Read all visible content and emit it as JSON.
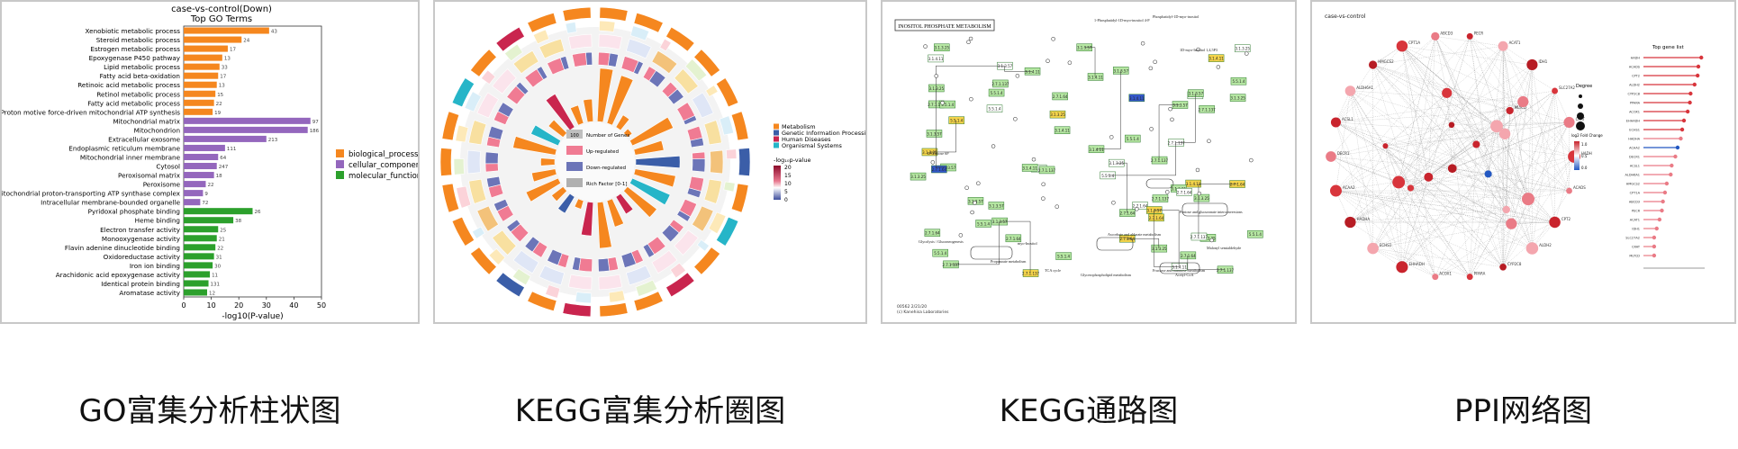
{
  "captions": {
    "go": "GO富集分析柱状图",
    "kegg_circle": "KEGG富集分析圈图",
    "kegg_pathway": "KEGG通路图",
    "ppi": "PPI网络图"
  },
  "chart_data": [
    {
      "type": "bar",
      "orientation": "horizontal",
      "title": "case-vs-control(Down)",
      "subtitle": "Top GO Terms",
      "xlabel": "-log10(P-value)",
      "ylabel": "",
      "xlim": [
        0,
        50
      ],
      "xticks": [
        0,
        10,
        20,
        30,
        40,
        50
      ],
      "legend_position": "right",
      "legend": [
        {
          "name": "biological_process",
          "color": "#f5871f"
        },
        {
          "name": "cellular_component",
          "color": "#9467bd"
        },
        {
          "name": "molecular_function",
          "color": "#2ca02c"
        }
      ],
      "bars": [
        {
          "term": "Xenobiotic metabolic process",
          "value": 31,
          "count": "43",
          "group": 0
        },
        {
          "term": "Steroid metabolic process",
          "value": 21,
          "count": "24",
          "group": 0
        },
        {
          "term": "Estrogen metabolic process",
          "value": 16,
          "count": "17",
          "group": 0
        },
        {
          "term": "Epoxygenase P450 pathway",
          "value": 14,
          "count": "13",
          "group": 0
        },
        {
          "term": "Lipid metabolic process",
          "value": 13,
          "count": "33",
          "group": 0
        },
        {
          "term": "Fatty acid beta-oxidation",
          "value": 12.5,
          "count": "17",
          "group": 0
        },
        {
          "term": "Retinoic acid metabolic process",
          "value": 12,
          "count": "13",
          "group": 0
        },
        {
          "term": "Retinol metabolic process",
          "value": 11.5,
          "count": "15",
          "group": 0
        },
        {
          "term": "Fatty acid metabolic process",
          "value": 11,
          "count": "22",
          "group": 0
        },
        {
          "term": "Proton motive force-driven mitochondrial ATP synthesis",
          "value": 10.5,
          "count": "19",
          "group": 0
        },
        {
          "term": "Mitochondrial matrix",
          "value": 46,
          "count": "97",
          "group": 1
        },
        {
          "term": "Mitochondrion",
          "value": 45,
          "count": "186",
          "group": 1
        },
        {
          "term": "Extracellular exosome",
          "value": 30,
          "count": "213",
          "group": 1
        },
        {
          "term": "Endoplasmic reticulum membrane",
          "value": 15,
          "count": "111",
          "group": 1
        },
        {
          "term": "Mitochondrial inner membrane",
          "value": 12.5,
          "count": "64",
          "group": 1
        },
        {
          "term": "Cytosol",
          "value": 12,
          "count": "247",
          "group": 1
        },
        {
          "term": "Peroxisomal matrix",
          "value": 11,
          "count": "18",
          "group": 1
        },
        {
          "term": "Peroxisome",
          "value": 8,
          "count": "22",
          "group": 1
        },
        {
          "term": "Mitochondrial proton-transporting ATP synthase complex",
          "value": 7,
          "count": "9",
          "group": 1
        },
        {
          "term": "Intracellular membrane-bounded organelle",
          "value": 6,
          "count": "72",
          "group": 1
        },
        {
          "term": "Pyridoxal phosphate binding",
          "value": 25,
          "count": "26",
          "group": 2
        },
        {
          "term": "Heme binding",
          "value": 18,
          "count": "38",
          "group": 2
        },
        {
          "term": "Electron transfer activity",
          "value": 12.5,
          "count": "25",
          "group": 2
        },
        {
          "term": "Monooxygenase activity",
          "value": 12,
          "count": "21",
          "group": 2
        },
        {
          "term": "Flavin adenine dinucleotide binding",
          "value": 11.5,
          "count": "22",
          "group": 2
        },
        {
          "term": "Oxidoreductase activity",
          "value": 11,
          "count": "31",
          "group": 2
        },
        {
          "term": "Iron ion binding",
          "value": 10.5,
          "count": "30",
          "group": 2
        },
        {
          "term": "Arachidonic acid epoxygenase activity",
          "value": 9.5,
          "count": "11",
          "group": 2
        },
        {
          "term": "Identical protein binding",
          "value": 9,
          "count": "131",
          "group": 2
        },
        {
          "term": "Aromatase activity",
          "value": 8.5,
          "count": "12",
          "group": 2
        }
      ]
    },
    {
      "type": "circos",
      "legend_categories": [
        {
          "name": "Metabolism",
          "color": "#f5871f"
        },
        {
          "name": "Genetic Information Processing",
          "color": "#3b5ea8"
        },
        {
          "name": "Human Diseases",
          "color": "#c9254e"
        },
        {
          "name": "Organismal Systems",
          "color": "#26b5c8"
        }
      ],
      "colorbar": {
        "title": "-log₁₀p-value",
        "ticks": [
          "20",
          "15",
          "10",
          "5",
          "0"
        ]
      },
      "center_legend": [
        {
          "label": "Number of Genes",
          "badge": "100",
          "color": "#bfbfbf"
        },
        {
          "label": "Up-regulated",
          "color": "#f07b93"
        },
        {
          "label": "Down-regulated",
          "color": "#6c75b8"
        },
        {
          "label": "Rich Factor [0-1]",
          "color": "#b0b0b0"
        }
      ],
      "sectors": 26
    },
    {
      "type": "pathway_map",
      "title": "INOSITOL PHOSPHATE METABOLISM",
      "footer": [
        "00562 2/21/20",
        "(c) Kanehisa Laboratories"
      ],
      "compounds": [
        "1-Phosphatidyl-1D-myo-inositol 4-P",
        "Phosphatidyl-1D-myo-inositol",
        "1D-myo-Inositol 1,4,5P3",
        "D-Glucose 6P",
        "myo-Inositol",
        "Glycolysis / Gluconeogenesis",
        "TCA cycle",
        "Glycerophospholipid metabolism",
        "Pentose and glucuronate interconversions",
        "Ascorbate and aldarate metabolism",
        "Fructose and mannose metabolism",
        "Acetyl-CoA",
        "Malonyl semialdehyde",
        "Propanoate metabolism"
      ]
    },
    {
      "type": "network",
      "title": "case-vs-control",
      "side_title": "Top gene list",
      "size_legend_title": "Degree",
      "color_legend_title": "log2 Fold Change",
      "color_legend_ticks": [
        "1.0",
        "0.5",
        "0.0"
      ],
      "genes": [
        "HADH",
        "ACADS",
        "CPT2",
        "ALDH2",
        "CYP2C8",
        "PPARA",
        "ACOX1",
        "EHHADH",
        "ECHS1",
        "HADHA",
        "ACAA2",
        "DECR1",
        "ACSL1",
        "ALDH6A1",
        "HMGCS2",
        "CPT1A",
        "ABCD3",
        "PECR",
        "ACAT1",
        "IDH1",
        "SLC27A2",
        "CRAT",
        "MLYCD"
      ]
    }
  ]
}
